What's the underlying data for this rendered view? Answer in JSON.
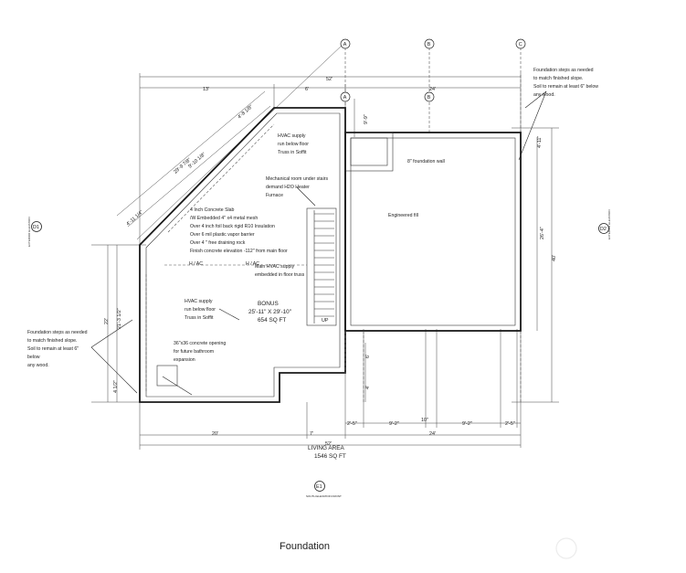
{
  "title": "Foundation",
  "notes": {
    "slope_right": [
      "Foundation steps as needed",
      "to match finished slope.",
      "Soil to remain at least 6\" below",
      "any wood."
    ],
    "slope_left": [
      "Foundation steps as needed",
      "to match finished slope.",
      "Soil to remain at least 6\"",
      "below",
      "any wood."
    ],
    "hvac_top": [
      "HVAC supply",
      "run below floor",
      "Truss in Soffit"
    ],
    "mechanical": [
      "Mechanical room under stairs",
      "demand H2O Heater",
      "Furnace"
    ],
    "slab": [
      "4 Inch Concrete Slab",
      "/W Embedded 4\" x4 metal mesh",
      "Over 4 inch foil back rigid R10 Insulation",
      "Over 6 mil plastic vapor barrier",
      "Over 4 \" free draining rock",
      "Finish concrete elevation -112\" from main floor"
    ],
    "hvac_main": [
      "Main HVAC supply",
      "embedded in floor truss"
    ],
    "hvac_mid": [
      "HVAC supply",
      "run below floor",
      "Truss in Soffit"
    ],
    "opening": [
      "36\"x36 concrete opening",
      "for future bathroom",
      "expansion"
    ],
    "foundation_wall": "8\" foundation wall",
    "engineered_fill": "Engineered fill",
    "hac_left": "H / AC",
    "hac_right": "H / AC"
  },
  "rooms": {
    "bonus": [
      "BONUS",
      "25'-11\" X 29'-10\"",
      "654 SQ FT"
    ],
    "living": [
      "LIVING AREA",
      "1546 SQ FT"
    ]
  },
  "dimensions": {
    "top_overall": "52'",
    "top_left": "13'",
    "top_mid": "6'",
    "top_right": "24'",
    "bottom_left": "20'",
    "bottom_mid": "7'",
    "bottom_right": "24'",
    "bottom_total": "52'",
    "seg1": "2'-5\"",
    "seg2": "9'-2\"",
    "seg3": "10\"",
    "seg4": "9'-2\"",
    "seg5": "2'-5\"",
    "right_upper": "26'-4\"",
    "right_overall": "40'",
    "right_small": "4'-11\"",
    "left_overall": "22'",
    "left_upper": "21'-3 1/2\"",
    "left_lower": "4 1/2\"",
    "diag_outer": "29'-9 7/8\"",
    "diag_1": "4'-11 1/4\"",
    "diag_2": "4'-8 1/8\"",
    "diag_3": "9'-10 1/8\"",
    "mid_1": "6'",
    "mid_2": "4'",
    "mid_3": "9'-9\"",
    "stair_note": "UP"
  },
  "markers": {
    "left_tag": "D1",
    "right_tag": "D2",
    "bottom_tag": "E1",
    "left_sub": "EXTERIOR ELEVATION",
    "right_sub": "EXTERIOR ELEVATION",
    "bottom_sub": "SOUTH ELEVATION FRONT"
  },
  "grid_tags": [
    "A",
    "B",
    "C",
    "A",
    "B"
  ]
}
